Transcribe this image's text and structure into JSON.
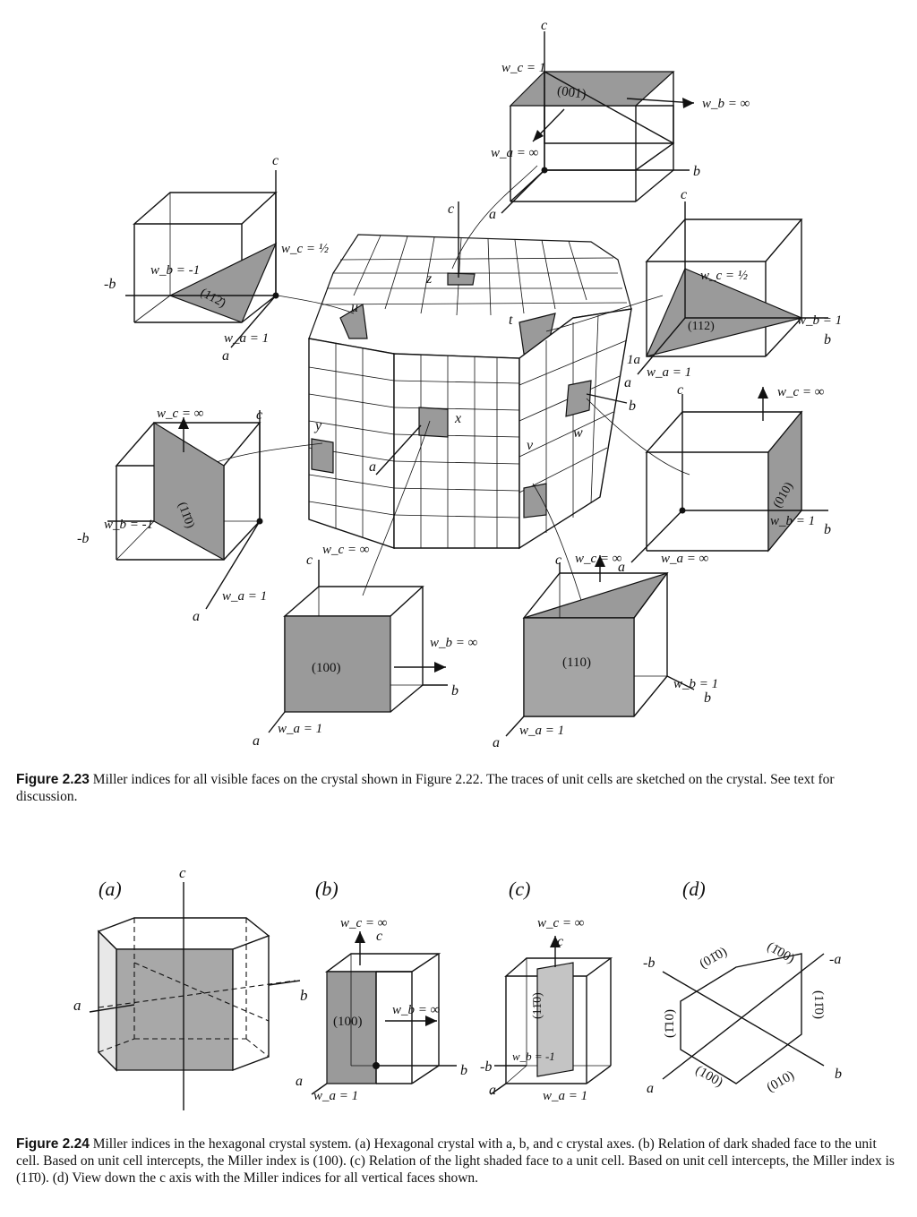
{
  "figure_2_23": {
    "caption_label": "Figure 2.23",
    "caption_text": "Miller indices for all visible faces on the crystal shown in Figure 2.22. The traces of unit cells are sketched on the crystal. See text for discussion.",
    "crystal_face_labels": [
      "z",
      "u",
      "t",
      "y",
      "x",
      "v",
      "w",
      "a"
    ],
    "crystal_axis_labels": {
      "c": "c",
      "a": "a",
      "b": "b"
    },
    "cells": {
      "face_001": {
        "index": "(001)",
        "intercepts": [
          "w_c = 1",
          "w_b = ∞",
          "w_a = ∞"
        ],
        "axes": [
          "c",
          "b",
          "a"
        ]
      },
      "face_112bar": {
        "index": "(112̄)",
        "intercepts": [
          "w_c = ½",
          "w_b = -1",
          "w_a = 1"
        ],
        "axes": [
          "c",
          "-b",
          "a"
        ]
      },
      "face_112": {
        "index": "(112)",
        "intercepts": [
          "w_c = ½",
          "w_b = 1",
          "w_a = 1"
        ],
        "axes": [
          "c",
          "b",
          "a",
          "1a"
        ]
      },
      "face_1bar10": {
        "index": "(11̄0)",
        "intercepts": [
          "w_c = ∞",
          "w_b = -1",
          "w_a = 1"
        ],
        "axes": [
          "c",
          "-b",
          "a"
        ]
      },
      "face_010": {
        "index": "(010)",
        "intercepts": [
          "w_c = ∞",
          "w_b = 1",
          "w_a = ∞"
        ],
        "axes": [
          "c",
          "b",
          "a"
        ]
      },
      "face_100": {
        "index": "(100)",
        "intercepts": [
          "w_c = ∞",
          "w_b = ∞",
          "w_a = 1"
        ],
        "axes": [
          "c",
          "b",
          "a"
        ]
      },
      "face_110": {
        "index": "(110)",
        "intercepts": [
          "w_c = ∞",
          "w_b = 1",
          "w_a = 1"
        ],
        "axes": [
          "c",
          "b",
          "a"
        ]
      }
    }
  },
  "figure_2_24": {
    "caption_label": "Figure 2.24",
    "caption_text": "Miller indices in the hexagonal crystal system. (a) Hexagonal crystal with a, b, and c crystal axes. (b) Relation of dark shaded face to the unit cell. Based on unit cell intercepts, the Miller index is (100). (c) Relation of the light shaded face to a unit cell. Based on unit cell intercepts, the Miller index is (11̄0). (d) View down the c axis with the Miller indices for all vertical faces shown.",
    "panels": {
      "a": {
        "label": "(a)",
        "axes": [
          "c",
          "a",
          "b"
        ]
      },
      "b": {
        "label": "(b)",
        "index": "(100)",
        "intercepts": [
          "w_c = ∞",
          "w_b = ∞",
          "w_a = 1"
        ],
        "axes": [
          "c",
          "a",
          "b"
        ]
      },
      "c": {
        "label": "(c)",
        "index": "(11̄0)",
        "intercepts": [
          "w_c = ∞",
          "w_b = -1",
          "w_a = 1"
        ],
        "axes": [
          "c",
          "a",
          "-b"
        ]
      },
      "d": {
        "label": "(d)",
        "face_indices": [
          "(01̄0)",
          "(1̄00)",
          "(1̄10)",
          "(11̄0)",
          "(100)",
          "(010)"
        ],
        "axes": [
          "-b",
          "-a",
          "a",
          "b"
        ]
      }
    }
  }
}
